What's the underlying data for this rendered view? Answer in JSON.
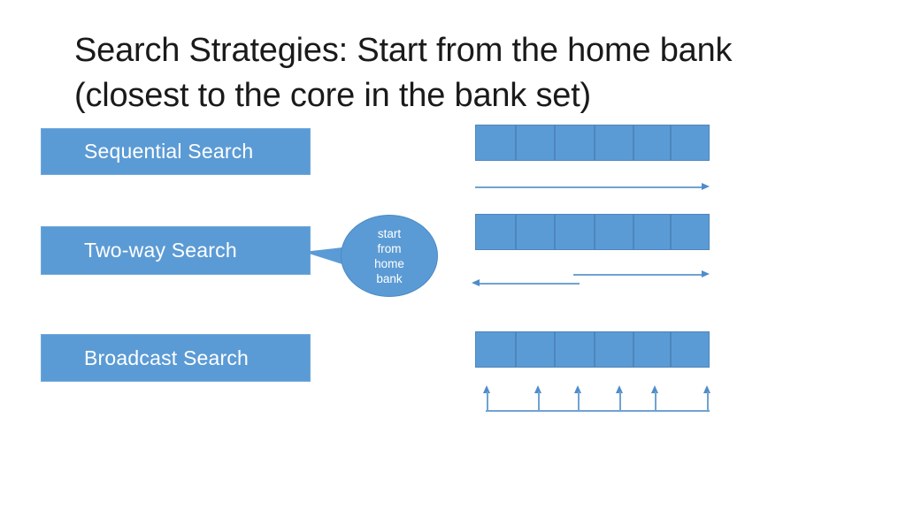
{
  "slide": {
    "title": "Search Strategies: Start from the home bank\n(closest to the core in the bank set)",
    "background_color": "#FFFFFF",
    "accent_color": "#5B9BD5",
    "arrow_color": "#6FA3D2",
    "text_color": "#FFFFFF"
  },
  "callout": {
    "text": "start\nfrom\nhome\nbank",
    "lines": [
      "start",
      "from",
      "home",
      "bank"
    ],
    "points_to": "Two-way Search"
  },
  "strategies": [
    {
      "id": "sequential",
      "label": "Sequential Search",
      "bank_segments": 6,
      "segment_widths": [
        46,
        44,
        45,
        44,
        42,
        44
      ],
      "arrows": [
        {
          "name": "sequential-scan-arrow",
          "direction": "right",
          "label": ""
        }
      ]
    },
    {
      "id": "two-way",
      "label": "Two-way Search",
      "bank_segments": 6,
      "segment_widths": [
        46,
        44,
        45,
        44,
        42,
        44
      ],
      "arrows": [
        {
          "name": "two-way-forward-arrow",
          "direction": "right",
          "label": ""
        },
        {
          "name": "two-way-backward-arrow",
          "direction": "left",
          "label": ""
        }
      ]
    },
    {
      "id": "broadcast",
      "label": "Broadcast Search",
      "bank_segments": 6,
      "segment_widths": [
        46,
        44,
        45,
        44,
        42,
        44
      ],
      "arrows": [
        {
          "name": "broadcast-arrow-1",
          "direction": "up",
          "label": ""
        },
        {
          "name": "broadcast-arrow-2",
          "direction": "up",
          "label": ""
        },
        {
          "name": "broadcast-arrow-3",
          "direction": "up",
          "label": ""
        },
        {
          "name": "broadcast-arrow-4",
          "direction": "up",
          "label": ""
        },
        {
          "name": "broadcast-arrow-5",
          "direction": "up",
          "label": ""
        },
        {
          "name": "broadcast-arrow-6",
          "direction": "up",
          "label": ""
        }
      ],
      "arrow_offsets": [
        13,
        71,
        116,
        163,
        203,
        262
      ]
    }
  ]
}
